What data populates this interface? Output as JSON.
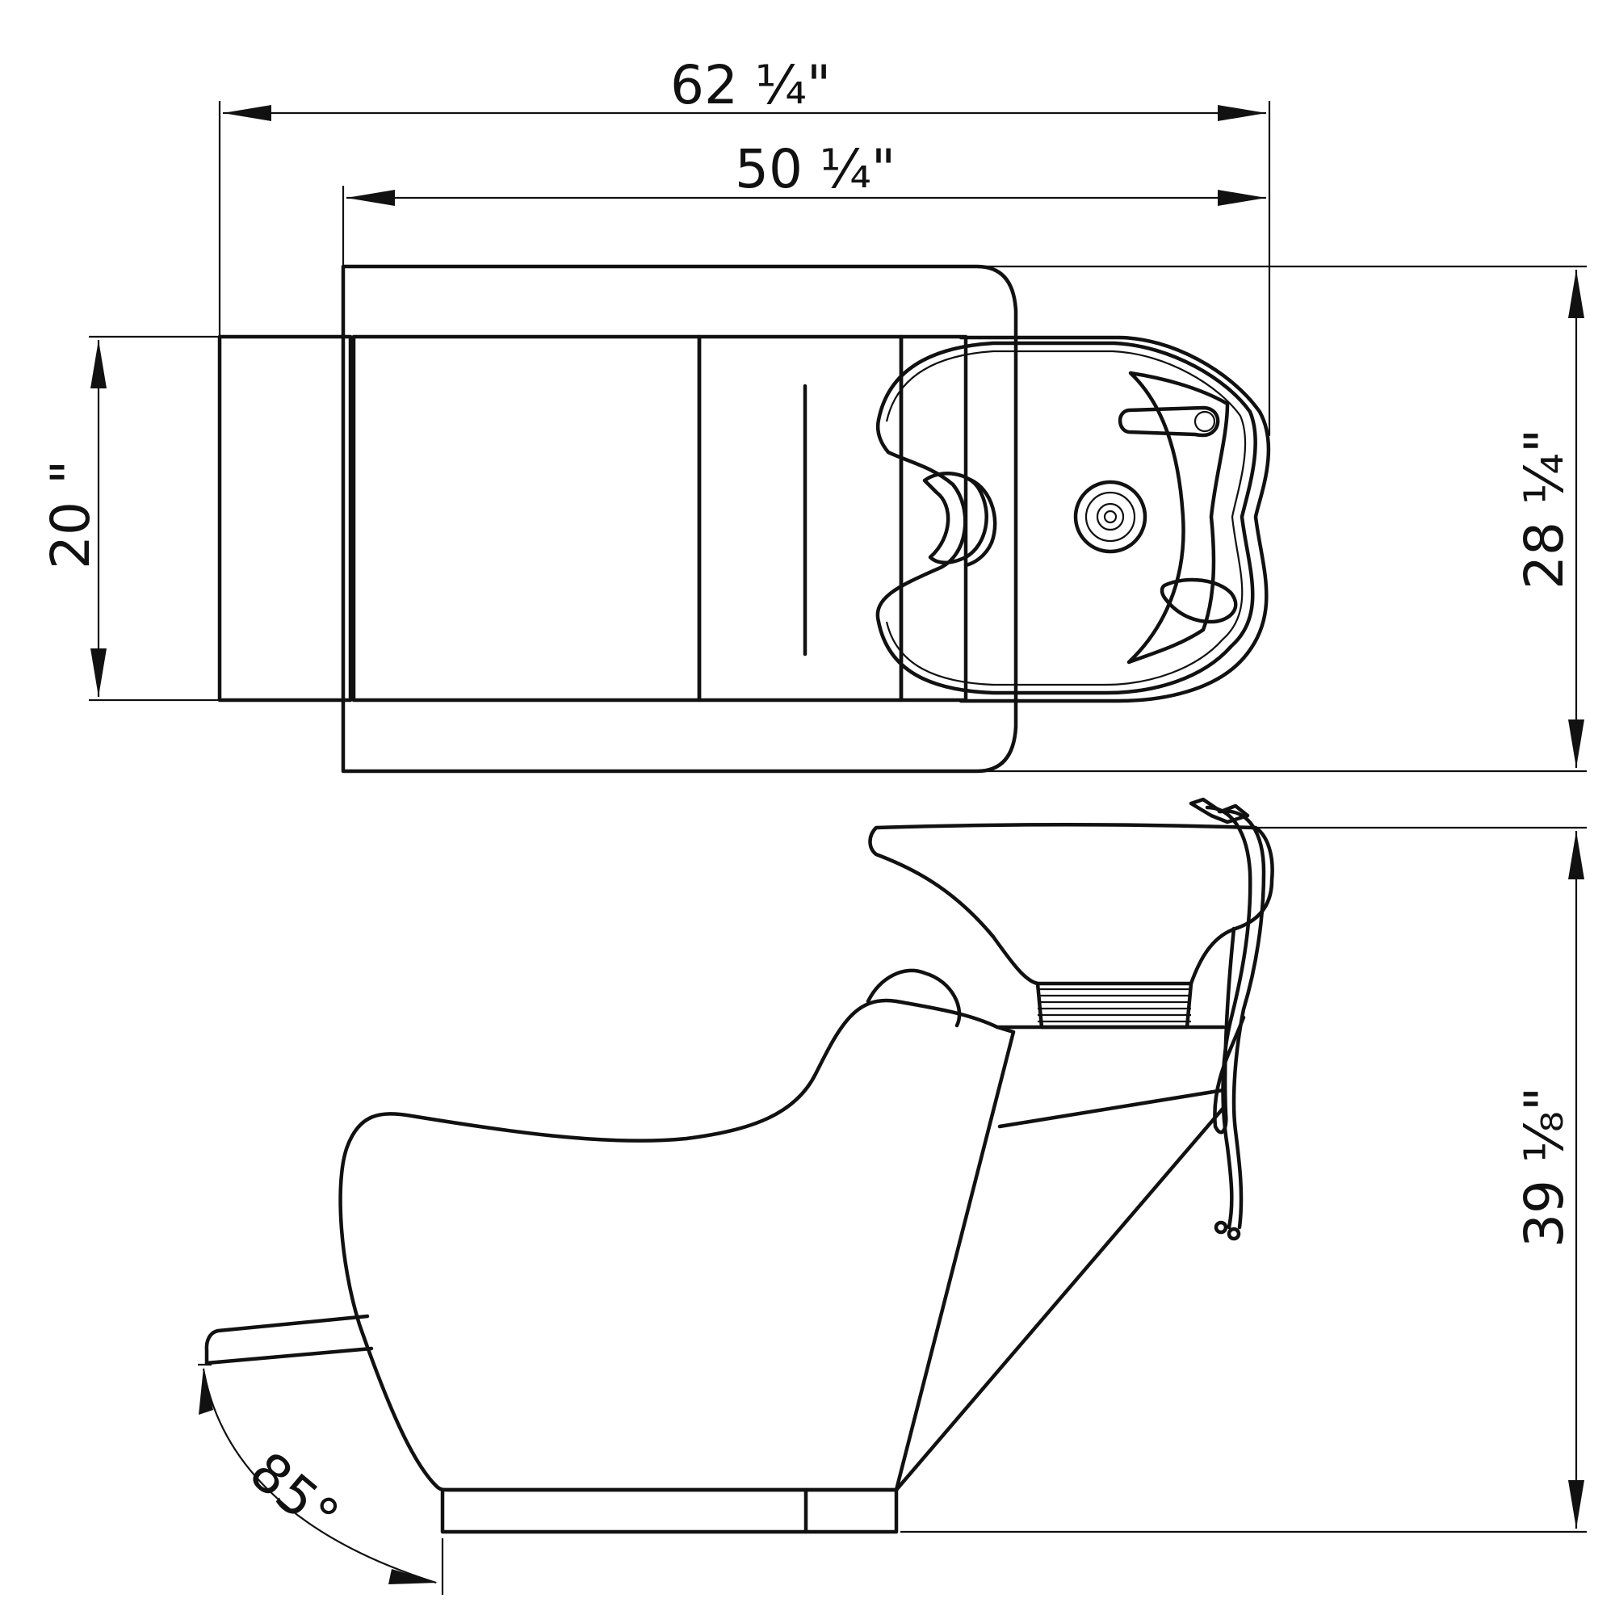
{
  "dimensions": {
    "overall_length": "62 ¼\"",
    "chair_length": "50 ¼\"",
    "seat_width": "20 \"",
    "overall_width": "28 ¼\"",
    "height": "39 ⅛\"",
    "recline_angle": "85°"
  },
  "colors": {
    "line": "#111111",
    "background": "#ffffff"
  }
}
